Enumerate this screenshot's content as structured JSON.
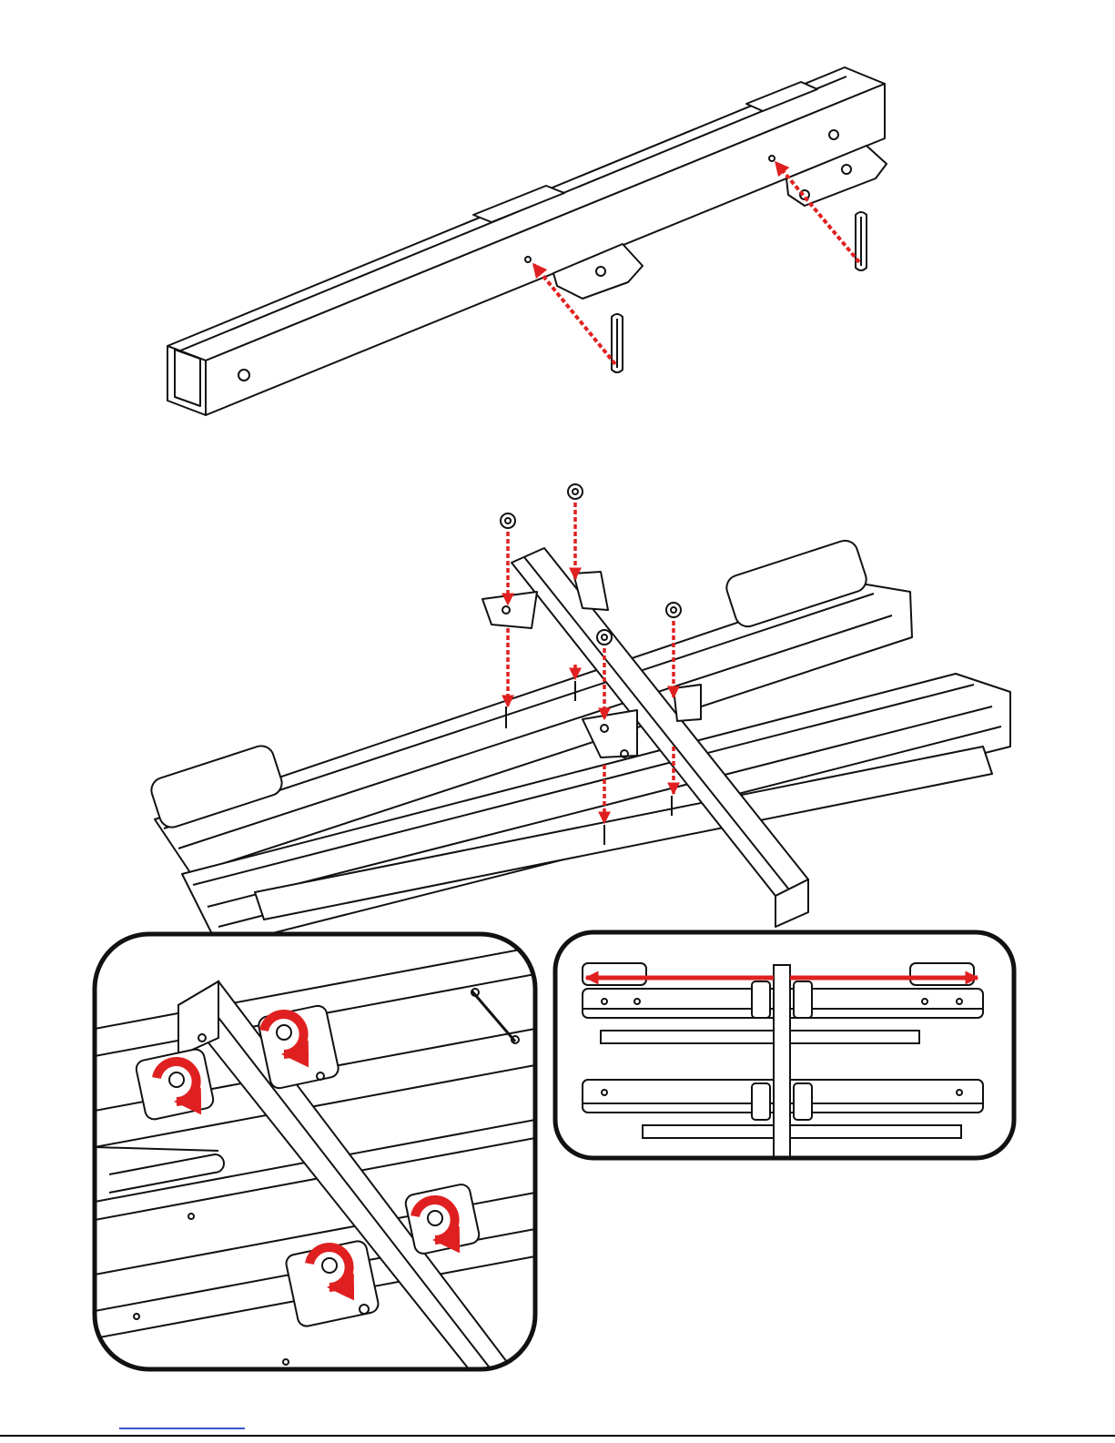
{
  "colors": {
    "line": "#111111",
    "accent": "#e02020",
    "panel_border": "#111111",
    "background": "#ffffff"
  },
  "figures": {
    "step_a": {
      "parts": [
        "crossbar",
        "hitch-pin",
        "hitch-pin"
      ]
    },
    "step_b": {
      "parts": [
        "crossbar",
        "nut",
        "nut",
        "nut",
        "nut",
        "rack-tray",
        "rack-tray"
      ]
    },
    "detail_tighten": {
      "rotate_arrows": 4
    },
    "detail_extend": {
      "extend_arrows": 2
    }
  },
  "icons": [
    "hitch-pin-icon",
    "nut-icon",
    "rotate-arrow-icon",
    "extend-arrow-icon"
  ]
}
